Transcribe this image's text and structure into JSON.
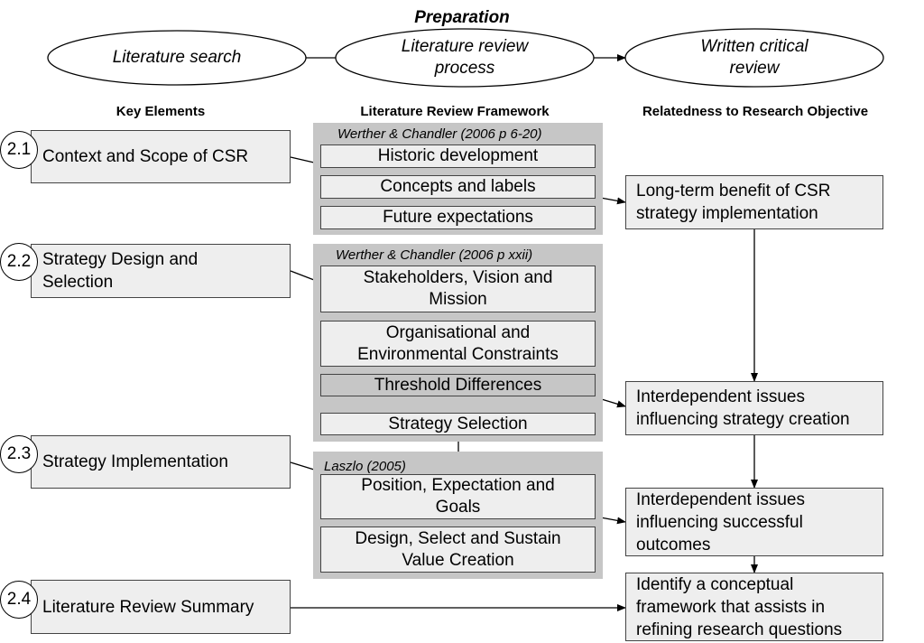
{
  "title": "Preparation",
  "process": {
    "oval1": "Literature search",
    "oval2_line1": "Literature review",
    "oval2_line2": "process",
    "oval3_line1": "Written critical",
    "oval3_line2": "review"
  },
  "headers": {
    "key_elements": "Key Elements",
    "framework": "Literature Review Framework",
    "relatedness": "Relatedness to Research Objective"
  },
  "key_elements": [
    {
      "number": "2.1",
      "label": "Context and Scope of CSR"
    },
    {
      "number": "2.2",
      "line1": "Strategy Design and",
      "line2": "Selection"
    },
    {
      "number": "2.3",
      "label": "Strategy Implementation"
    },
    {
      "number": "2.4",
      "label": "Literature Review Summary"
    }
  ],
  "framework": [
    {
      "source": "Werther & Chandler (2006 p 6-20)",
      "items": [
        "Historic development",
        "Concepts and labels",
        "Future expectations"
      ]
    },
    {
      "source": "Werther & Chandler (2006 p xxii)",
      "items": [
        {
          "line1": "Stakeholders, Vision and",
          "line2": "Mission"
        },
        {
          "line1": "Organisational and",
          "line2": "Environmental Constraints"
        },
        {
          "line1": "Threshold Differences"
        },
        {
          "line1": "Strategy Selection"
        }
      ]
    },
    {
      "source": "Laszlo  (2005)",
      "items": [
        {
          "line1": "Position, Expectation and",
          "line2": "Goals"
        },
        {
          "line1": "Design, Select and Sustain",
          "line2": "Value Creation"
        }
      ]
    }
  ],
  "relatedness": [
    {
      "line1": "Long-term benefit of CSR",
      "line2": "strategy implementation"
    },
    {
      "line1": "Interdependent issues",
      "line2": "influencing strategy creation"
    },
    {
      "line1": "Interdependent issues",
      "line2": "influencing successful",
      "line3": "outcomes"
    },
    {
      "line1": "Identify a conceptual",
      "line2": "framework that assists in",
      "line3": "refining research questions"
    }
  ]
}
